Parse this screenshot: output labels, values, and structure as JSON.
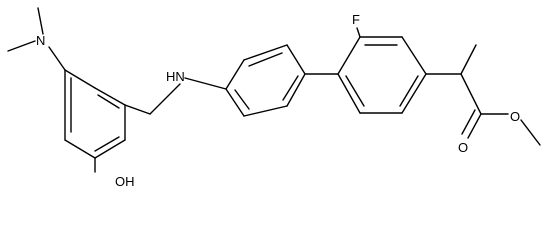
{
  "molecule": {
    "atom_labels": {
      "nitrogen_dimethyl": "N",
      "amine_nh": "HN",
      "fluorine": "F",
      "hydroxyl": "OH",
      "carbonyl_oxygen": "O",
      "ester_oxygen": "O"
    },
    "colors": {
      "bond": "#000000",
      "label": "#000000",
      "background": "#ffffff"
    }
  }
}
